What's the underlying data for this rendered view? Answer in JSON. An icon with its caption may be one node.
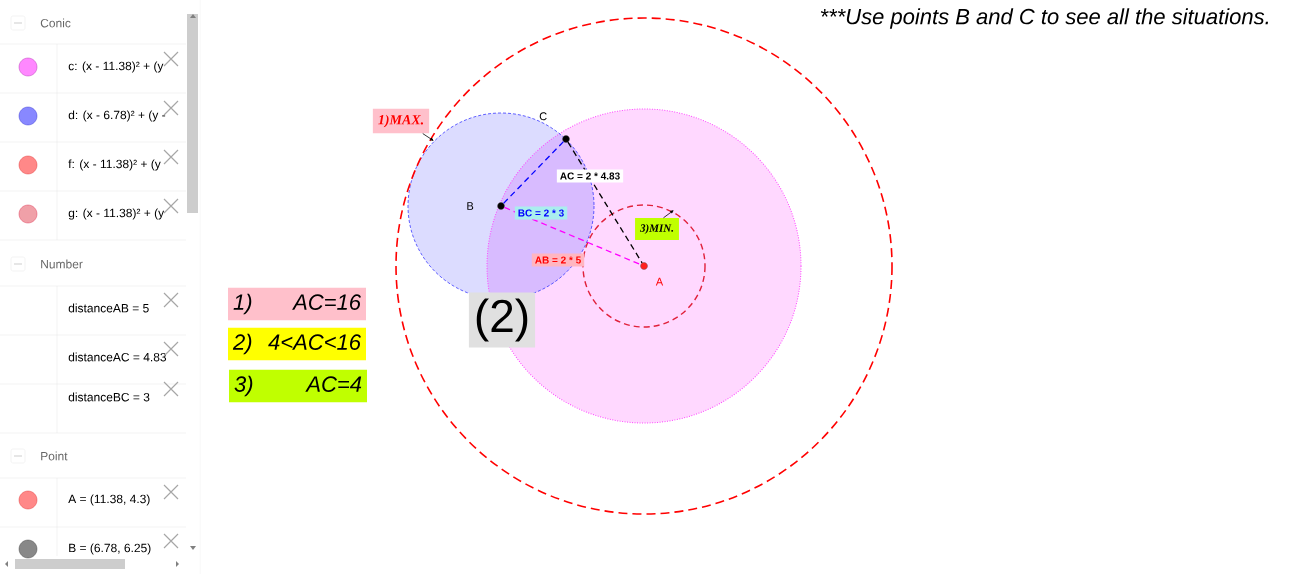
{
  "diagram": {
    "title": "***Use points B and C to see all the situations.",
    "nodes": [
      {
        "text": [
          "A"
        ]
      },
      {
        "text": [
          "B"
        ]
      },
      {
        "text": [
          "C"
        ]
      },
      {
        "text": [
          "1)MAX."
        ]
      },
      {
        "text": [
          "3)MIN."
        ]
      },
      {
        "text": [
          "1)",
          "AC=16"
        ]
      },
      {
        "text": [
          "2)",
          "4<AC<16"
        ]
      },
      {
        "text": [
          "3)",
          "AC=4"
        ]
      },
      {
        "text": [
          "(2)"
        ]
      }
    ],
    "edges": [
      {
        "from": 2,
        "to": 0,
        "arrow": "none",
        "style": "dashed",
        "label": "AC = 2 * 4.83"
      },
      {
        "from": 1,
        "to": 2,
        "arrow": "none",
        "style": "dashed",
        "color": "#0000ff",
        "label": "BC = 2 * 3"
      },
      {
        "from": 1,
        "to": 0,
        "arrow": "none",
        "style": "dashed",
        "color": "#ff00ff",
        "label": "AB = 2 * 5"
      },
      {
        "from": 3,
        "to": null,
        "arrow": "to"
      },
      {
        "from": 4,
        "to": null,
        "arrow": "to"
      }
    ],
    "labels": [
      "Conic",
      "c: (x - 11.38)² + (y",
      "d: (x - 6.78)² + (y -",
      "f: (x - 11.38)² + (y",
      "g: (x - 11.38)² + (y",
      "Number",
      "distanceAB = 5",
      "distanceAC = 4.83",
      "distanceBC = 3",
      "Point",
      "A = (11.38, 4.3)",
      "B = (6.78, 6.25)"
    ]
  }
}
